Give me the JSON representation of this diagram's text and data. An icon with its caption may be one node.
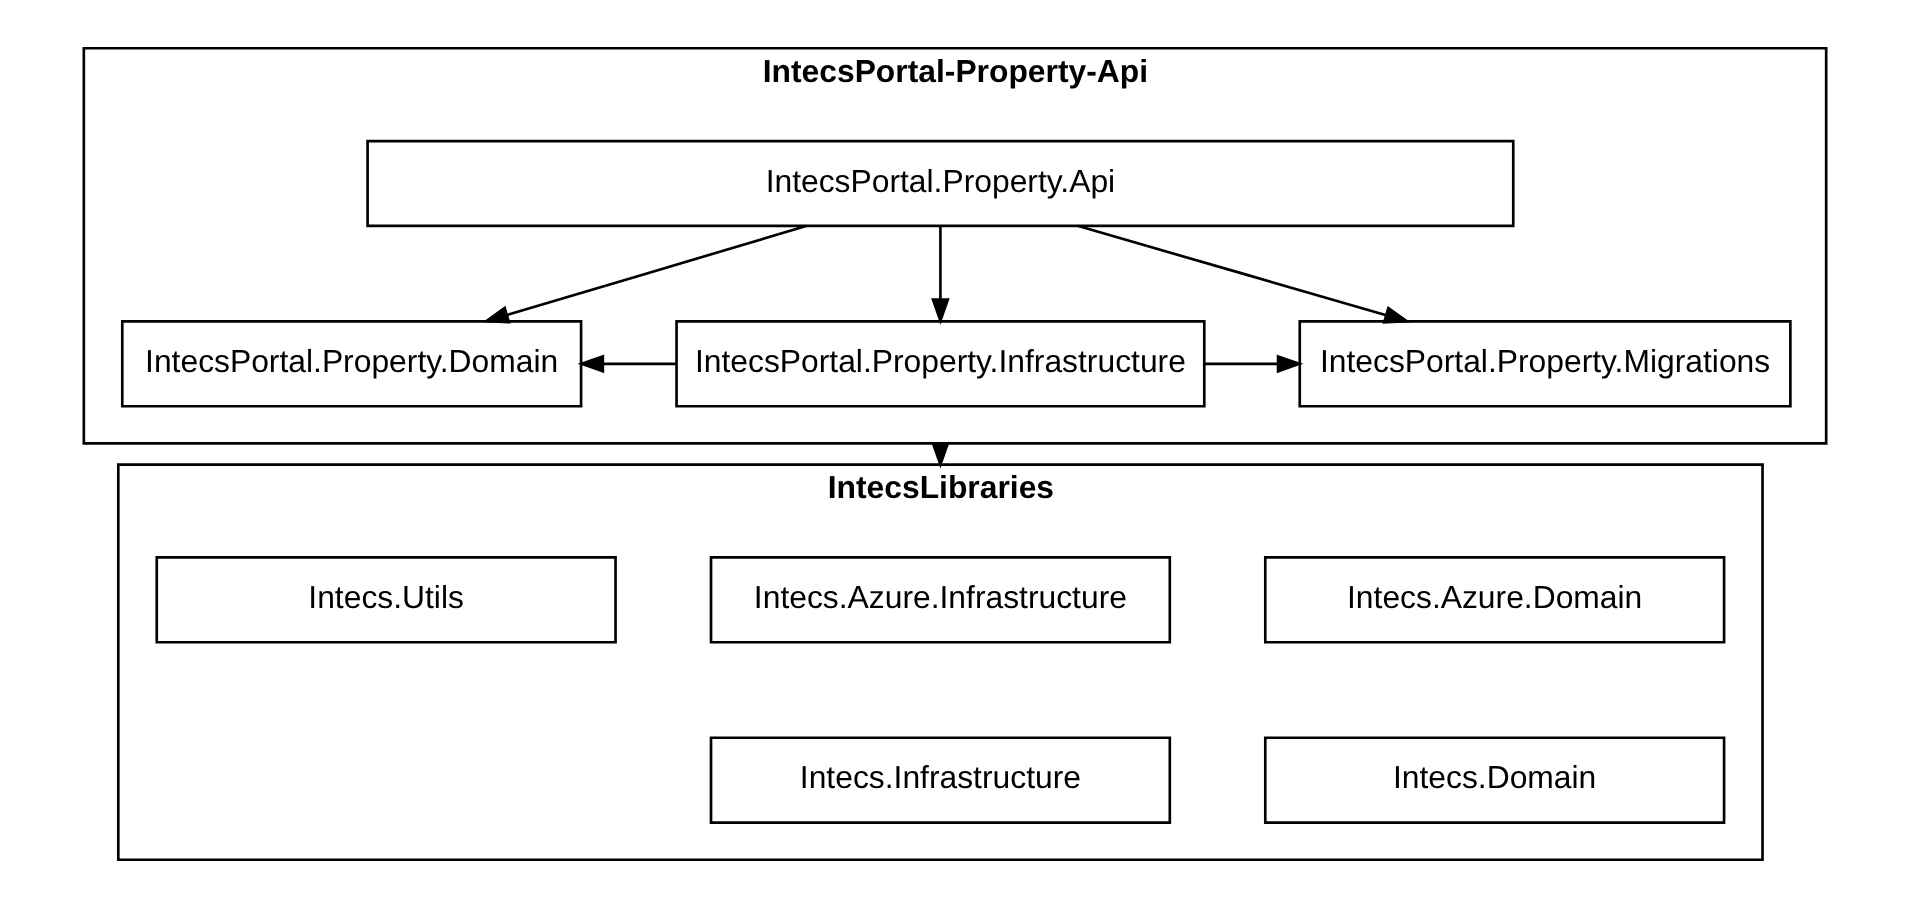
{
  "diagram": {
    "nodes": [
      {
        "text": [
          "IntecsPortal-Property-Api"
        ]
      },
      {
        "text": [
          "IntecsPortal.Property.Api"
        ],
        "in": 0
      },
      {
        "text": [
          "IntecsPortal.Property.Domain"
        ],
        "in": 0
      },
      {
        "text": [
          "IntecsPortal.Property.Infrastructure"
        ],
        "in": 0
      },
      {
        "text": [
          "IntecsPortal.Property.Migrations"
        ],
        "in": 0
      },
      {
        "text": [
          "IntecsLibraries"
        ]
      },
      {
        "text": [
          "Intecs.Azure.Domain"
        ],
        "in": 5
      },
      {
        "text": [
          "Intecs.Azure.Infrastructure"
        ],
        "in": 5
      },
      {
        "text": [
          "Intecs.Utils"
        ],
        "in": 5
      },
      {
        "text": [
          "Intecs.Domain"
        ],
        "in": 5
      },
      {
        "text": [
          "Intecs.Infrastructure"
        ],
        "in": 5
      }
    ],
    "edges": [
      {
        "from": 1,
        "to": 2,
        "arrow": "to"
      },
      {
        "from": 1,
        "to": 3,
        "arrow": "to"
      },
      {
        "from": 1,
        "to": 4,
        "arrow": "to"
      },
      {
        "from": 3,
        "to": 2,
        "arrow": "to"
      },
      {
        "from": 3,
        "to": 4,
        "arrow": "to"
      },
      {
        "from": 0,
        "to": 5,
        "arrow": "to",
        "style": "dashed"
      }
    ]
  }
}
